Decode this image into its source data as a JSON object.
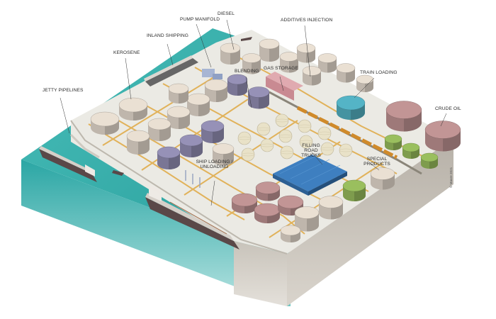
{
  "labels": {
    "pump_manifold": "PUMP MANIFOLD",
    "diesel": "DIESEL",
    "additives_injection": "ADDITIVES INJECTION",
    "inland_shipping": "INLAND SHIPPING",
    "kerosene": "KEROSENE",
    "blending": "BLENDING",
    "gas_storage": "GAS STORAGE",
    "train_loading": "TRAIN LOADING",
    "jetty_pipelines": "JETTY PIPELINES",
    "crude_oil": "CRUDE OIL",
    "filling_road_trucks": "FILLING ROAD TRUCKS",
    "special_products": "SPECIAL PRODUCTS",
    "ship_loading_unloading": "SHIP LOADING / UNLOADING"
  },
  "copyright": "© Maare 2021",
  "colors": {
    "water": "#2eaaa8",
    "water_side": "#1e9391",
    "ground": "#ecebe6",
    "ground_side": "#c9c5bd",
    "ground_side_dark": "#b4afa6",
    "pipeline": "#e1b25a",
    "tank_beige": "#d9cfc3",
    "tank_lavender": "#8b86a9",
    "tank_rose": "#b48a8a",
    "tank_green": "#8fb157",
    "tank_teal": "#4ea7b7",
    "sphere": "#e9e2c8",
    "hull": "#5a4848"
  }
}
